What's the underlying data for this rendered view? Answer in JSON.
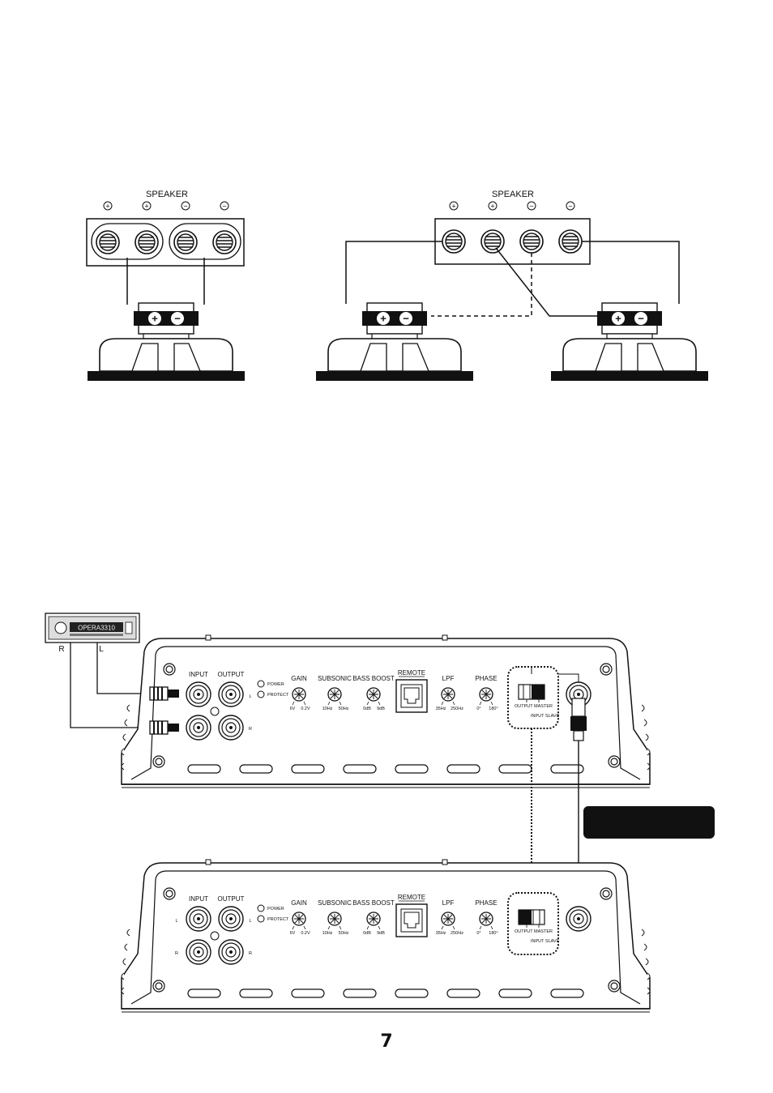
{
  "speaker_diagrams": {
    "left": {
      "title": "SPEAKER",
      "terminal_signs": [
        "+",
        "+",
        "−",
        "−"
      ],
      "woofer_terminals": [
        "+",
        "−"
      ]
    },
    "right": {
      "title": "SPEAKER",
      "terminal_signs": [
        "+",
        "+",
        "−",
        "−"
      ],
      "woofer_a_terminals": [
        "+",
        "−"
      ],
      "woofer_b_terminals": [
        "+",
        "−"
      ]
    }
  },
  "head_unit": {
    "display_text": "OPERA3310",
    "channel_left": "L",
    "channel_right": "R"
  },
  "amplifier_master": {
    "labels": {
      "input": "INPUT",
      "output": "OUTPUT",
      "left": "L",
      "right": "R",
      "power": "POWER",
      "protect": "PROTECT",
      "gain": "GAIN",
      "gain_min": "6V",
      "gain_max": "0.2V",
      "subsonic": "SUBSONIC",
      "subsonic_min": "10Hz",
      "subsonic_max": "50Hz",
      "bass_boost": "BASS BOOST",
      "bass_min": "0dB",
      "bass_max": "9dB",
      "remote": "REMOTE",
      "lpf": "LPF",
      "lpf_min": "35Hz",
      "lpf_max": "250Hz",
      "phase": "PHASE",
      "phase_min": "0°",
      "phase_max": "180°",
      "output_master": "OUTPUT MASTER",
      "input_slave": "INPUT SLAVE"
    }
  },
  "amplifier_slave": {
    "labels": {
      "input": "INPUT",
      "output": "OUTPUT",
      "left": "L",
      "right": "R",
      "power": "POWER",
      "protect": "PROTECT",
      "gain": "GAIN",
      "gain_min": "6V",
      "gain_max": "0.2V",
      "subsonic": "SUBSONIC",
      "subsonic_min": "10Hz",
      "subsonic_max": "50Hz",
      "bass_boost": "BASS BOOST",
      "bass_min": "0dB",
      "bass_max": "9dB",
      "remote": "REMOTE",
      "lpf": "LPF",
      "lpf_min": "35Hz",
      "lpf_max": "250Hz",
      "phase": "PHASE",
      "phase_min": "0°",
      "phase_max": "180°",
      "output_master": "OUTPUT MASTER",
      "input_slave": "INPUT SLAVE"
    }
  },
  "page_number": "7"
}
